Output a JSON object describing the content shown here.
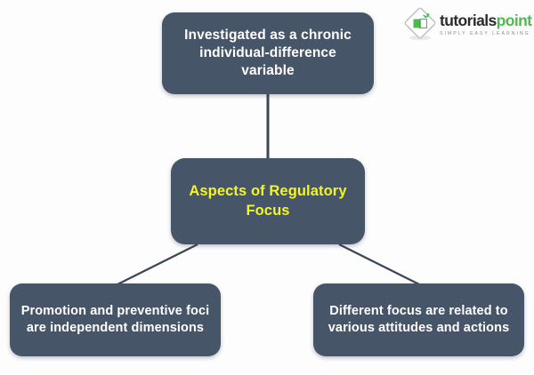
{
  "diagram": {
    "title": "Aspects of Regulatory Focus",
    "background_color": "#fdfdfd",
    "node_fill_color": "#475568",
    "node_text_color": "#ffffff",
    "center_node_text_color": "#f5f520",
    "connector_color": "#3c4656",
    "nodes": {
      "top": {
        "label": "Investigated as a chronic individual-difference variable"
      },
      "center": {
        "label": "Aspects of Regulatory Focus"
      },
      "bottom_left": {
        "label": "Promotion and preventive foci are independent dimensions"
      },
      "bottom_right": {
        "label": "Different focus are related to various attitudes and actions"
      }
    }
  },
  "logo": {
    "word_primary": "tutorials",
    "word_secondary": "point",
    "tagline": "SIMPLY EASY LEARNING",
    "primary_color": "#2b2b2b",
    "secondary_color": "#4fbb4f",
    "mark_icon": "diamond-book-icon"
  }
}
